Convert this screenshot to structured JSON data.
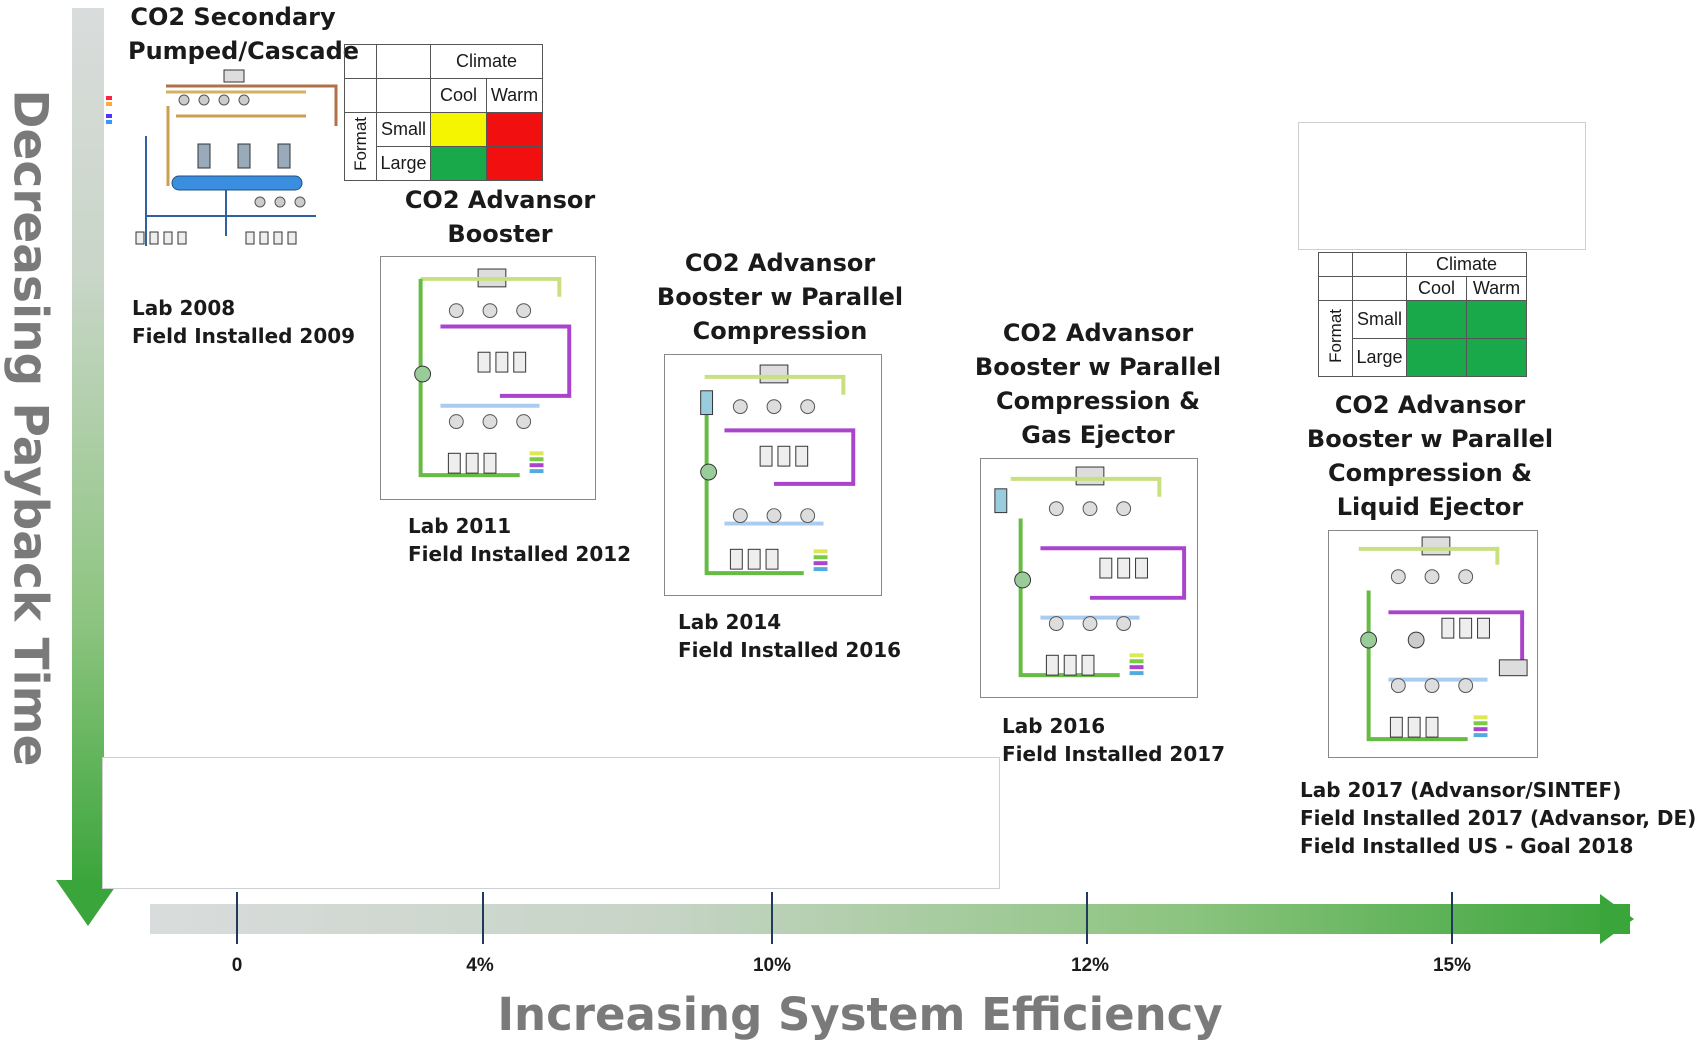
{
  "axes": {
    "y_label": "Decreasing Payback Time",
    "x_label": "Increasing System Efficiency",
    "ticks": [
      "0",
      "4%",
      "10%",
      "12%",
      "15%"
    ]
  },
  "stages": [
    {
      "title_lines": [
        "CO2 Secondary",
        "Pumped/Cascade"
      ],
      "caption_lines": [
        "Lab 2008",
        "Field Installed 2009"
      ]
    },
    {
      "title_lines": [
        "CO2 Advansor",
        "Booster"
      ],
      "caption_lines": [
        "Lab 2011",
        "Field Installed 2012"
      ]
    },
    {
      "title_lines": [
        "CO2 Advansor",
        "Booster w Parallel",
        "Compression"
      ],
      "caption_lines": [
        "Lab 2014",
        "Field Installed 2016"
      ]
    },
    {
      "title_lines": [
        "CO2 Advansor",
        "Booster w Parallel",
        "Compression &",
        "Gas Ejector"
      ],
      "caption_lines": [
        "Lab 2016",
        "Field Installed 2017"
      ]
    },
    {
      "title_lines": [
        "CO2 Advansor",
        "Booster w Parallel",
        "Compression &",
        "Liquid Ejector"
      ],
      "caption_lines": [
        "Lab 2017 (Advansor/SINTEF)",
        "Field Installed 2017 (Advansor, DE)",
        "Field Installed US - Goal 2018"
      ]
    }
  ],
  "matrices": [
    {
      "climate_label": "Climate",
      "format_label": "Format",
      "cols": [
        "Cool",
        "Warm"
      ],
      "rows": [
        "Small",
        "Large"
      ],
      "cells": [
        [
          "#f5f500",
          "#f20f0f"
        ],
        [
          "#19a84a",
          "#f20f0f"
        ]
      ]
    },
    {
      "climate_label": "Climate",
      "format_label": "Format",
      "cols": [
        "Cool",
        "Warm"
      ],
      "rows": [
        "Small",
        "Large"
      ],
      "cells": [
        [
          "#19a84a",
          "#19a84a"
        ],
        [
          "#19a84a",
          "#19a84a"
        ]
      ]
    }
  ],
  "colors": {
    "axis_green": "#3aa53a",
    "axis_grey": "#d9dcdc",
    "label_grey": "#7a7a7a"
  }
}
